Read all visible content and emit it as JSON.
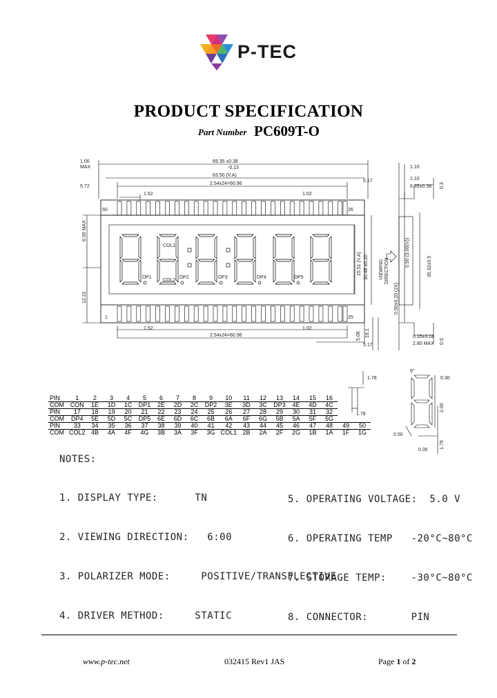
{
  "header": {
    "brand": "P-TEC",
    "title": "PRODUCT SPECIFICATION",
    "part_number_label": "Part Number",
    "part_number": "PC609T-O"
  },
  "drawing": {
    "corner_labels": {
      "top_left": "50",
      "top_right": "26",
      "bottom_left": "1",
      "bottom_right": "25"
    },
    "dims": {
      "overall_width": "69.35 ±0.38",
      "overall_tol": "-0.13",
      "va_width": "63.50 (V.A)",
      "pitch_top": "2.54x24=60.96",
      "pitch_bottom": "2.54x24=60.96",
      "pin_offset_top": "1.52",
      "pin_offset_top_r": "1.02",
      "pin_offset_bot": "1.52",
      "pin_offset_bot_r": "1.02",
      "lead_thk": "1.00",
      "lead_max": "MAX",
      "edge_left": "5.72",
      "edge_right_top": "5.17",
      "edge_right_bot": "5.17",
      "height_6": "6.00 MAX",
      "height_12": "12.21",
      "va_height": "15.51 (V.A)",
      "glass_height": "30.48 ±0.20",
      "pin_len": "5.08",
      "pin_len2": "19.1",
      "viewing": "VIEWING",
      "direction": "DIRECTION",
      "side_110a": "1.10",
      "side_110b": "1.10",
      "side_635": "6.35±0.38",
      "side_03": "0.3",
      "side_050": "0.50 (3.00(V))",
      "side_3532": "35.32±0.5",
      "side_050b": "0.50±0.20 (2X)",
      "side_035": "0.35±0.08",
      "side_280": "2.80 MAX",
      "side_05": "0.5"
    },
    "segment_labels": {
      "col1": "COL1",
      "col2": "COL2",
      "dp1": "DP1",
      "dp2": "DP2",
      "dp3": "DP3",
      "dp4": "DP4",
      "dp5": "DP5"
    },
    "detail": {
      "d178": "1.78",
      "d178b": "1.78",
      "seg_thk": "6°",
      "seg_030": "0.30",
      "seg_height": "2.00",
      "seg_179": "1.79",
      "seg_050": "0.50",
      "seg_035": "0.35"
    }
  },
  "pin_table": {
    "rows": [
      {
        "label": "PIN",
        "cells": [
          "1",
          "2",
          "3",
          "4",
          "5",
          "6",
          "7",
          "8",
          "9",
          "10",
          "11",
          "12",
          "13",
          "14",
          "15",
          "16"
        ]
      },
      {
        "label": "COM",
        "cells": [
          "CON",
          "1E",
          "1D",
          "1C",
          "DP1",
          "2E",
          "2D",
          "2C",
          "DP2",
          "3E",
          "3D",
          "3C",
          "DP3",
          "4E",
          "4D",
          "4C"
        ]
      },
      {
        "label": "PIN",
        "cells": [
          "17",
          "18",
          "19",
          "20",
          "21",
          "22",
          "23",
          "24",
          "25",
          "26",
          "27",
          "28",
          "29",
          "30",
          "31",
          "32"
        ]
      },
      {
        "label": "COM",
        "cells": [
          "DP4",
          "5E",
          "5D",
          "5C",
          "DP5",
          "6E",
          "6D",
          "6C",
          "6B",
          "6A",
          "6F",
          "6G",
          "5B",
          "5A",
          "5F",
          "5G"
        ]
      },
      {
        "label": "PIN",
        "cells": [
          "33",
          "34",
          "35",
          "36",
          "37",
          "38",
          "39",
          "40",
          "41",
          "42",
          "43",
          "44",
          "45",
          "46",
          "47",
          "48",
          "49",
          "50"
        ]
      },
      {
        "label": "COM",
        "cells": [
          "COL2",
          "4B",
          "4A",
          "4F",
          "4G",
          "3B",
          "3A",
          "3F",
          "3G",
          "COL1",
          "2B",
          "2A",
          "2F",
          "2G",
          "1B",
          "1A",
          "1F",
          "1G"
        ]
      }
    ]
  },
  "notes": {
    "title": "NOTES:",
    "left": [
      "1. DISPLAY TYPE:      TN",
      "2. VIEWING DIRECTION:   6:00",
      "3. POLARIZER MODE:     POSITIVE/TRANSFLECTIVE",
      "4. DRIVER METHOD:     STATIC"
    ],
    "right": [
      "5. OPERATING VOLTAGE:  5.0 V",
      "6. OPERATING TEMP   -20°C~80°C",
      "7. STORAGE TEMP:    -30°C~80°C",
      "8. CONNECTOR:       PIN"
    ]
  },
  "footer": {
    "url": "www.p-tec.net",
    "revision": "032415 Rev1 JAS",
    "page_prefix": "Page ",
    "page_num": "1",
    "page_mid": " of ",
    "page_total": "2"
  }
}
